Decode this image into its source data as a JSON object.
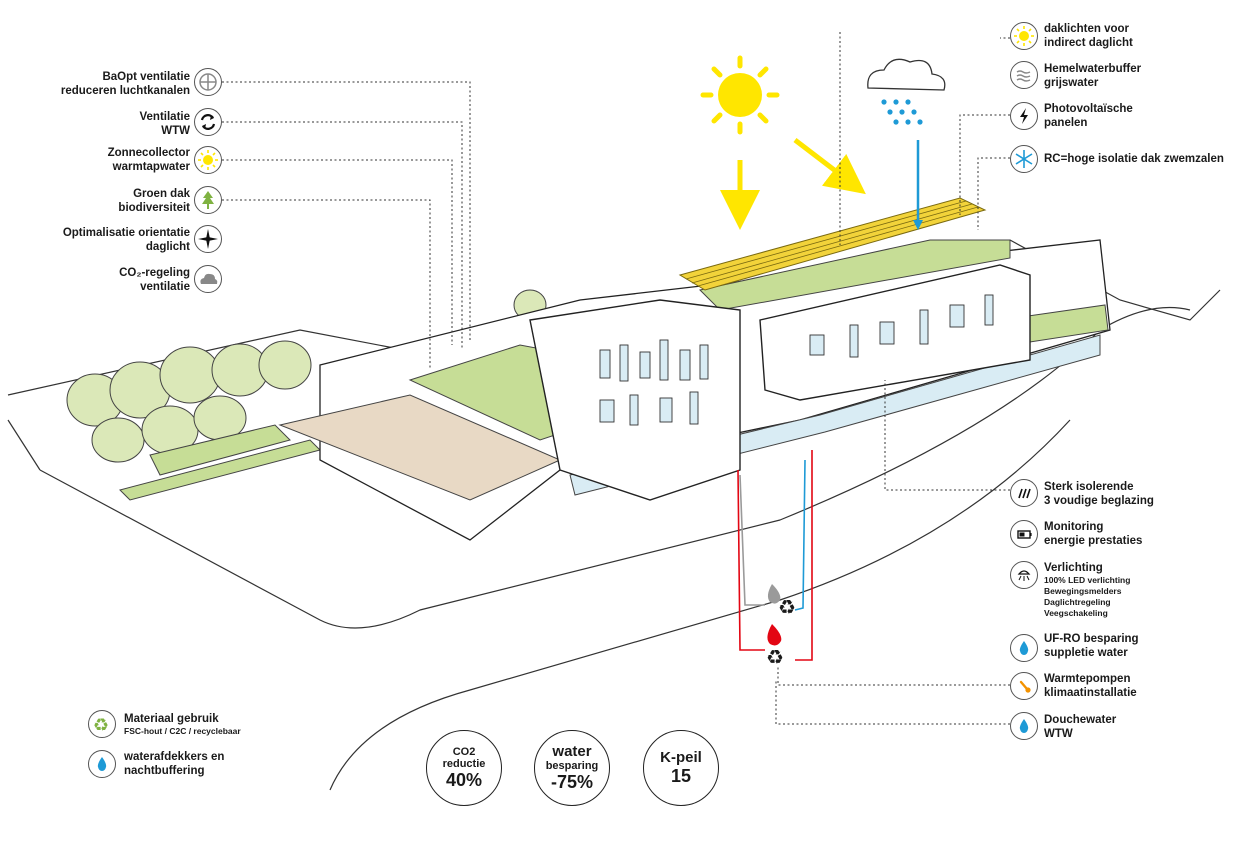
{
  "left_labels": [
    {
      "l1": "BaOpt ventilatie",
      "l2": "reduceren luchtkanalen",
      "icon": "crosshair-icon"
    },
    {
      "l1": "Ventilatie",
      "l2": "WTW",
      "icon": "recycle-arrows-icon"
    },
    {
      "l1": "Zonnecollector",
      "l2": "warmtapwater",
      "icon": "sun-icon"
    },
    {
      "l1": "Groen dak",
      "l2": "biodiversiteit",
      "icon": "tree-icon"
    },
    {
      "l1": "Optimalisatie orientatie",
      "l2": "daglicht",
      "icon": "compass-icon"
    },
    {
      "l1": "CO₂-regeling",
      "l2": "ventilatie",
      "icon": "cloud-icon"
    }
  ],
  "right_top_labels": [
    {
      "l1": "daklichten voor",
      "l2": "indirect daglicht",
      "icon": "sun-icon"
    },
    {
      "l1": "Hemelwaterbuffer",
      "l2": "grijswater",
      "icon": "waves-icon"
    },
    {
      "l1": "Photovoltaïsche",
      "l2": "panelen",
      "icon": "lightning-icon"
    },
    {
      "l1": "RC=hoge isolatie dak zwemzalen",
      "l2": "",
      "icon": "snowflake-icon"
    }
  ],
  "right_bottom_labels": [
    {
      "l1": "Sterk isolerende",
      "l2": "3 voudige beglazing",
      "icon": "glazing-icon"
    },
    {
      "l1": "Monitoring",
      "l2": "energie prestaties",
      "icon": "battery-icon"
    },
    {
      "l1": "Verlichting",
      "subs": [
        "100% LED verlichting",
        "Bewegingsmelders",
        "Daglichtregeling",
        "Veegschakeling"
      ],
      "icon": "lamp-icon"
    },
    {
      "l1": "UF-RO besparing",
      "l2": "suppletie water",
      "icon": "water-drop-icon"
    },
    {
      "l1": "Warmtepompen",
      "l2": "klimaatinstallatie",
      "icon": "thermometer-icon"
    },
    {
      "l1": "Douchewater",
      "l2": "WTW",
      "icon": "water-drop-icon"
    }
  ],
  "bottom_left_labels": [
    {
      "l1": "Materiaal gebruik",
      "sub": "FSC-hout / C2C / recyclebaar",
      "icon": "recycle-icon"
    },
    {
      "l1": "waterafdekkers en",
      "l2": "nachtbuffering",
      "icon": "water-drop-icon"
    }
  ],
  "badges": [
    {
      "t1": "CO2",
      "t2": "reductie",
      "value": "40%"
    },
    {
      "t1": "water",
      "t2": "besparing",
      "value": "-75%"
    },
    {
      "t1": "K-peil",
      "t2": "",
      "value": "15"
    }
  ],
  "colors": {
    "sun": "#ffe600",
    "green_roof": "#c6dd96",
    "trees": "#dbe8b8",
    "terrace": "#e8d9c5",
    "glass": "#d9ecf4",
    "rain": "#1e9ad6",
    "hot_pipe": "#e30613",
    "cold_pipe": "#1e9ad6",
    "grey_pipe": "#9a9a9a",
    "solar_panels": "#f2d33a"
  }
}
